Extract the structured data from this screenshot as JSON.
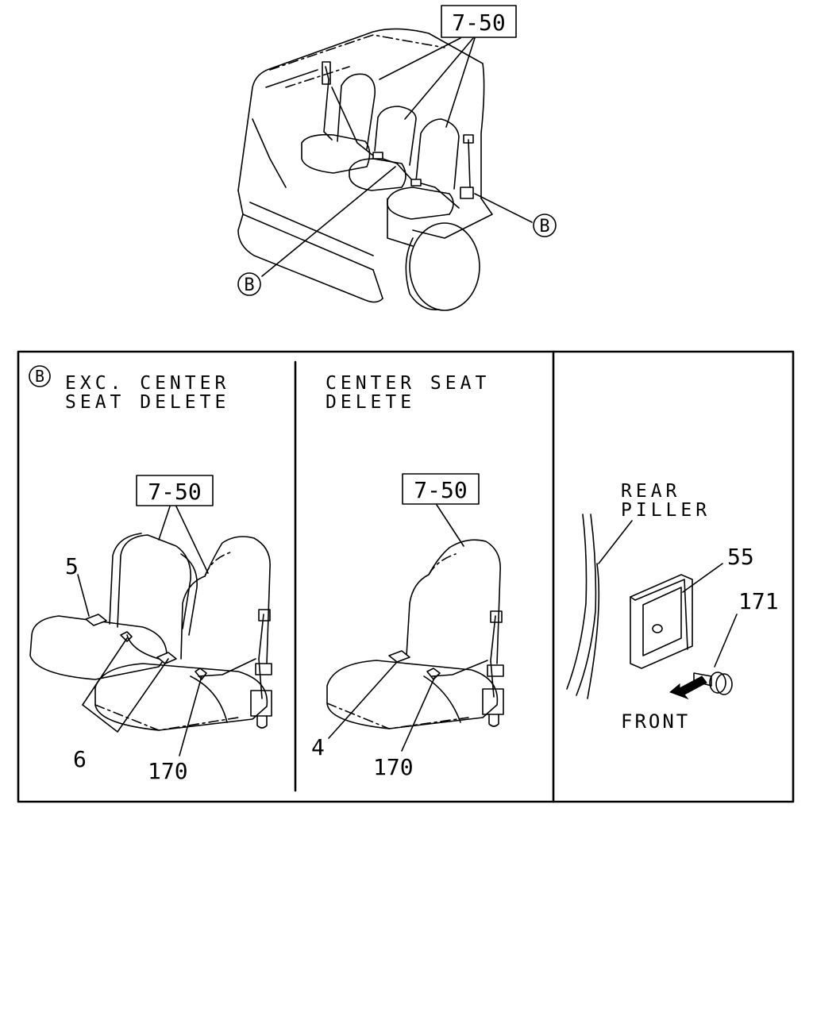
{
  "top_view": {
    "ref_label": "7-50",
    "callout_left": "B",
    "callout_right": "B"
  },
  "panel_left": {
    "circle_label": "B",
    "title_line1": "EXC. CENTER",
    "title_line2": "SEAT DELETE",
    "ref_label": "7-50",
    "parts": {
      "p5": "5",
      "p6": "6",
      "p170": "170"
    }
  },
  "panel_middle": {
    "title_line1": "CENTER SEAT",
    "title_line2": "DELETE",
    "ref_label": "7-50",
    "parts": {
      "p4": "4",
      "p170": "170"
    }
  },
  "panel_right": {
    "label_line1": "REAR",
    "label_line2": "PILLER",
    "parts": {
      "p55": "55",
      "p171": "171"
    },
    "front_label": "FRONT"
  }
}
